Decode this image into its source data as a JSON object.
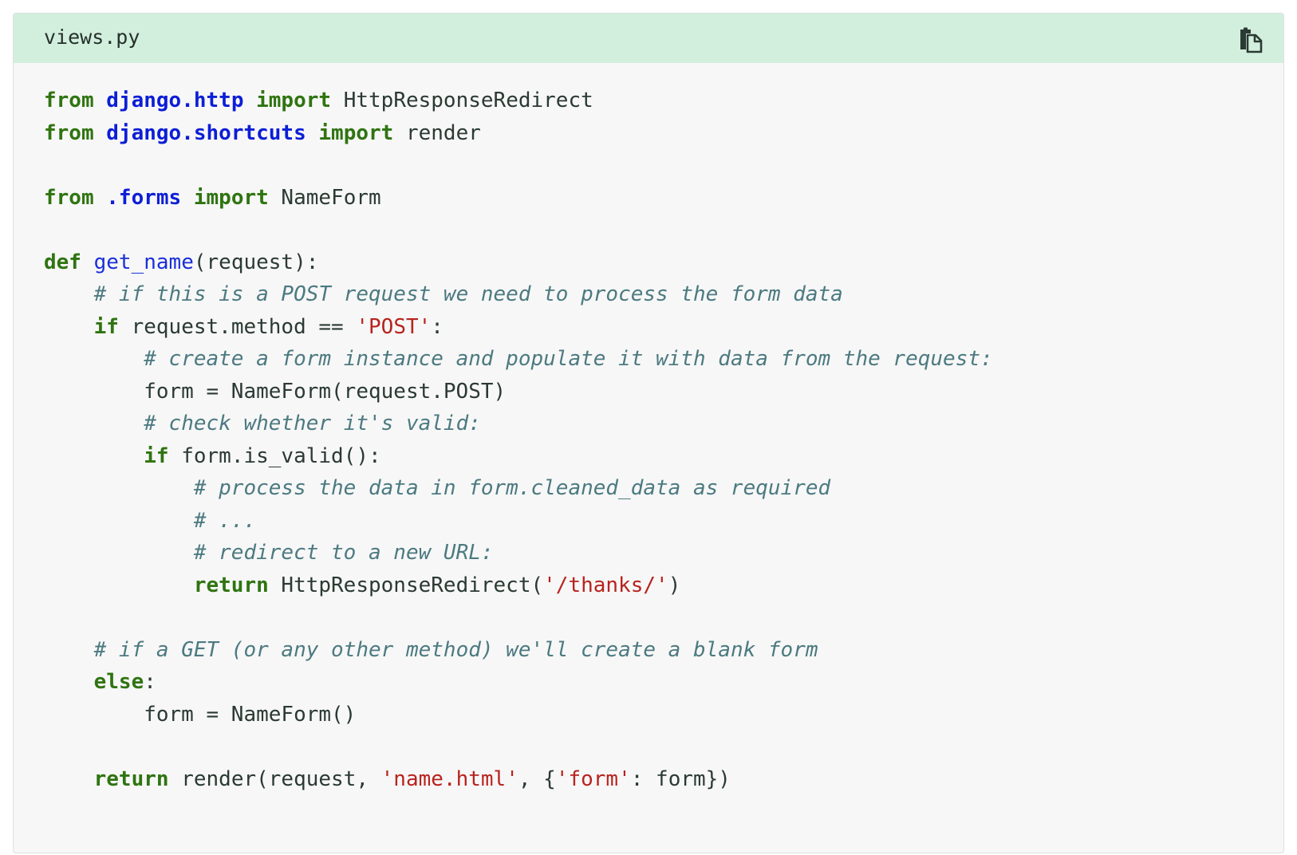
{
  "header": {
    "filename": "views.py",
    "copy_icon": "copy-clipboard-icon"
  },
  "colors": {
    "header_background": "#d2efde",
    "code_background": "#f7f7f7",
    "keyword": "#2f7411",
    "namespace": "#0c1ed6",
    "function_name": "#1a2fd8",
    "comment": "#4c7a80",
    "string": "#b8231e",
    "text": "#2b3a33"
  },
  "code": {
    "lines": [
      [
        [
          "kw",
          "from"
        ],
        [
          "tx",
          " "
        ],
        [
          "ns",
          "django.http"
        ],
        [
          "tx",
          " "
        ],
        [
          "kw",
          "import"
        ],
        [
          "tx",
          " HttpResponseRedirect"
        ]
      ],
      [
        [
          "kw",
          "from"
        ],
        [
          "tx",
          " "
        ],
        [
          "ns",
          "django.shortcuts"
        ],
        [
          "tx",
          " "
        ],
        [
          "kw",
          "import"
        ],
        [
          "tx",
          " render"
        ]
      ],
      [],
      [
        [
          "kw",
          "from"
        ],
        [
          "tx",
          " "
        ],
        [
          "ns",
          ".forms"
        ],
        [
          "tx",
          " "
        ],
        [
          "kw",
          "import"
        ],
        [
          "tx",
          " NameForm"
        ]
      ],
      [],
      [
        [
          "kw",
          "def"
        ],
        [
          "tx",
          " "
        ],
        [
          "fn",
          "get_name"
        ],
        [
          "tx",
          "(request):"
        ]
      ],
      [
        [
          "tx",
          "    "
        ],
        [
          "cm",
          "# if this is a POST request we need to process the form data"
        ]
      ],
      [
        [
          "tx",
          "    "
        ],
        [
          "kw",
          "if"
        ],
        [
          "tx",
          " request.method == "
        ],
        [
          "st",
          "'POST'"
        ],
        [
          "tx",
          ":"
        ]
      ],
      [
        [
          "tx",
          "        "
        ],
        [
          "cm",
          "# create a form instance and populate it with data from the request:"
        ]
      ],
      [
        [
          "tx",
          "        form = NameForm(request.POST)"
        ]
      ],
      [
        [
          "tx",
          "        "
        ],
        [
          "cm",
          "# check whether it's valid:"
        ]
      ],
      [
        [
          "tx",
          "        "
        ],
        [
          "kw",
          "if"
        ],
        [
          "tx",
          " form.is_valid():"
        ]
      ],
      [
        [
          "tx",
          "            "
        ],
        [
          "cm",
          "# process the data in form.cleaned_data as required"
        ]
      ],
      [
        [
          "tx",
          "            "
        ],
        [
          "cm",
          "# ..."
        ]
      ],
      [
        [
          "tx",
          "            "
        ],
        [
          "cm",
          "# redirect to a new URL:"
        ]
      ],
      [
        [
          "tx",
          "            "
        ],
        [
          "kw",
          "return"
        ],
        [
          "tx",
          " HttpResponseRedirect("
        ],
        [
          "st",
          "'/thanks/'"
        ],
        [
          "tx",
          ")"
        ]
      ],
      [],
      [
        [
          "tx",
          "    "
        ],
        [
          "cm",
          "# if a GET (or any other method) we'll create a blank form"
        ]
      ],
      [
        [
          "tx",
          "    "
        ],
        [
          "kw",
          "else"
        ],
        [
          "tx",
          ":"
        ]
      ],
      [
        [
          "tx",
          "        form = NameForm()"
        ]
      ],
      [],
      [
        [
          "tx",
          "    "
        ],
        [
          "kw",
          "return"
        ],
        [
          "tx",
          " render(request, "
        ],
        [
          "st",
          "'name.html'"
        ],
        [
          "tx",
          ", {"
        ],
        [
          "st",
          "'form'"
        ],
        [
          "tx",
          ": form})"
        ]
      ]
    ]
  }
}
